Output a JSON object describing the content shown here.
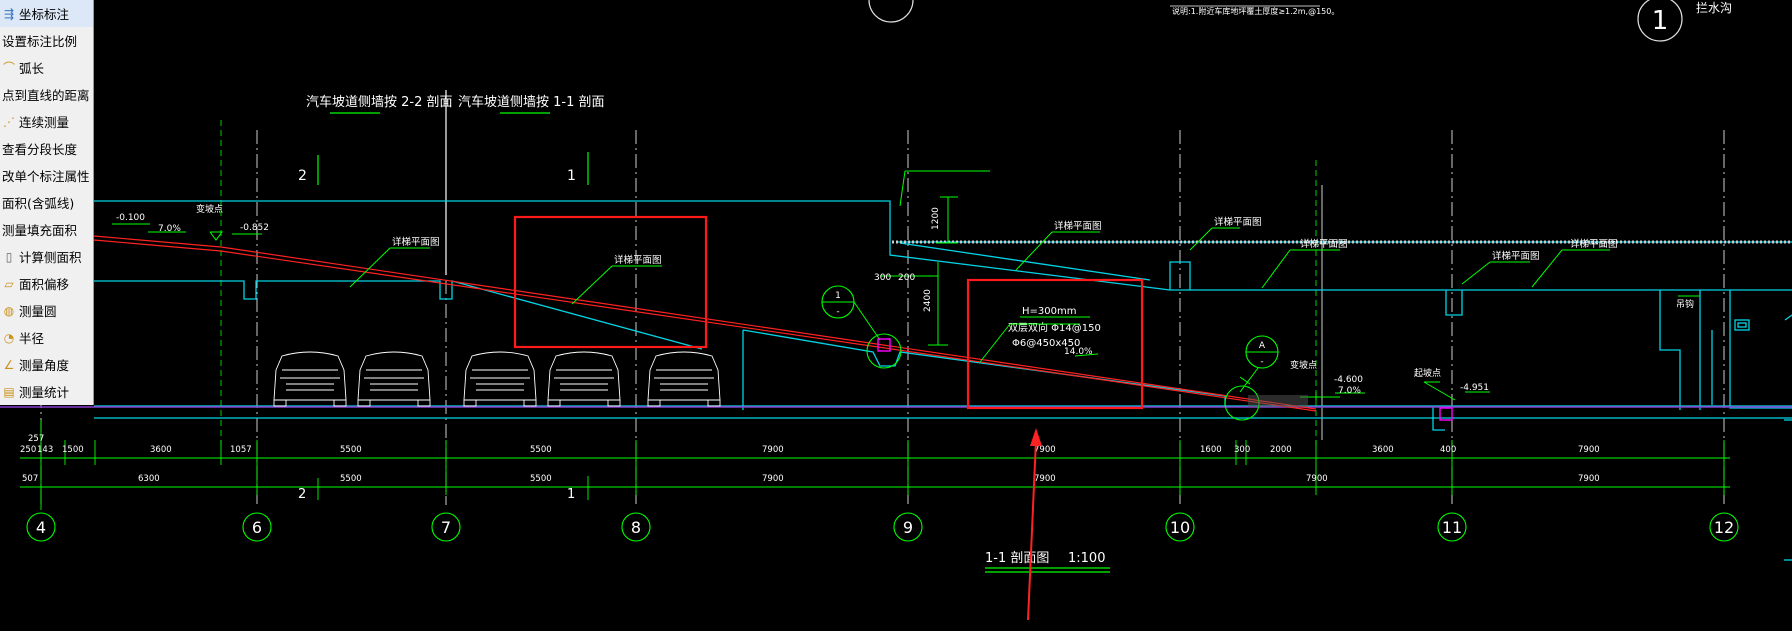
{
  "toolbar": {
    "items": [
      {
        "label": "坐标标注",
        "icon": "coordinate-label-icon"
      },
      {
        "label": "设置标注比例",
        "icon": ""
      },
      {
        "label": "弧长",
        "icon": "arc-length-icon"
      },
      {
        "label": "点到直线的距离",
        "icon": ""
      },
      {
        "label": "连续测量",
        "icon": "continuous-measure-icon"
      },
      {
        "label": "查看分段长度",
        "icon": ""
      },
      {
        "label": "改单个标注属性",
        "icon": ""
      },
      {
        "label": "面积(含弧线)",
        "icon": ""
      },
      {
        "label": "测量填充面积",
        "icon": ""
      },
      {
        "label": "计算侧面积",
        "icon": "side-area-icon"
      },
      {
        "label": "面积偏移",
        "icon": "area-offset-icon"
      },
      {
        "label": "测量圆",
        "icon": "measure-circle-icon"
      },
      {
        "label": "半径",
        "icon": "radius-icon"
      },
      {
        "label": "测量角度",
        "icon": "measure-angle-icon"
      },
      {
        "label": "测量统计",
        "icon": "measure-stats-icon"
      }
    ]
  },
  "drawing": {
    "top_note": "说明:1.附近车库地坪覆土厚度≥1.2m,@150。",
    "corner_axis": "1",
    "corner_text": "拦水沟",
    "sec_title_a": "汽车坡道侧墙按  2-2 剖面",
    "sec_title_b": "汽车坡道侧墙按  1-1 剖面",
    "sec_mark_2": "2",
    "sec_mark_1": "1",
    "detail_labels": [
      "详梯平面图",
      "详梯平面图",
      "详梯平面图",
      "详梯平面图",
      "详梯平面图",
      "详梯平面图",
      "详梯平面图"
    ],
    "elev_left": "-0.100",
    "elev_left2": "-0.852",
    "slope_left": "7.0%",
    "slope_mid": "14.0%",
    "slope_right": "7.0%",
    "change_pt_left": "变坡点",
    "change_pt_right": "变坡点",
    "start_pt": "起坡点",
    "elev_right": "-4.600",
    "elev_right2": "-4.951",
    "dim_1200": "1200",
    "dim_2400": "2400",
    "dim_300": "300",
    "dim_200": "200",
    "slab_h": "H=300mm",
    "rebar_1": "双层双向  Φ14@150",
    "rebar_2": "Φ6@450x450",
    "right_label": "吊钩",
    "bubble_1_top": "1",
    "bubble_1_bot": "-",
    "bubble_a_top": "A",
    "bubble_a_bot": "-",
    "dims_row1": [
      "257",
      "250",
      "143",
      "1500",
      "3600",
      "1057",
      "5500",
      "5500",
      "7900",
      "7900",
      "1600",
      "300",
      "2000",
      "3600",
      "400",
      "7900"
    ],
    "dims_row2": [
      "507",
      "6300",
      "5500",
      "5500",
      "7900",
      "7900",
      "7900",
      "7900"
    ],
    "dims_row2_marks": [
      "2",
      "1"
    ],
    "axes": [
      "4",
      "6",
      "7",
      "8",
      "9",
      "10",
      "11",
      "12"
    ],
    "section_title": "1-1  剖面图",
    "section_scale": "1:100"
  },
  "colors": {
    "background": "#000000",
    "cyan": "#00d4e6",
    "green": "#00ff00",
    "white": "#ffffff",
    "red": "#ff0000",
    "magenta": "#ff00ff",
    "toolbar_bg": "#f0f0f0"
  }
}
